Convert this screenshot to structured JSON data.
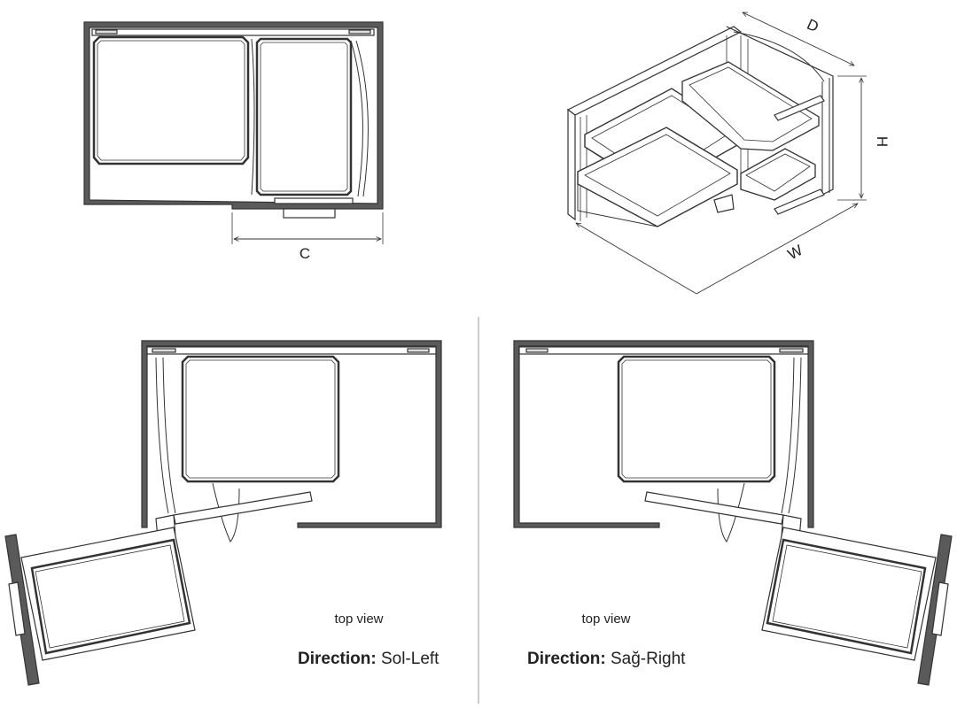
{
  "dimensions": {
    "c": "C",
    "d": "D",
    "h": "H",
    "w": "W"
  },
  "views": [
    {
      "caption": "top view",
      "direction_label": "Direction:",
      "direction_value": "Sol-Left"
    },
    {
      "caption": "top view",
      "direction_label": "Direction:",
      "direction_value": "Sağ-Right"
    }
  ],
  "colors": {
    "stroke": "#333333",
    "cabinet": "#5a5a5a",
    "fill": "#ffffff",
    "divider": "#999999"
  }
}
